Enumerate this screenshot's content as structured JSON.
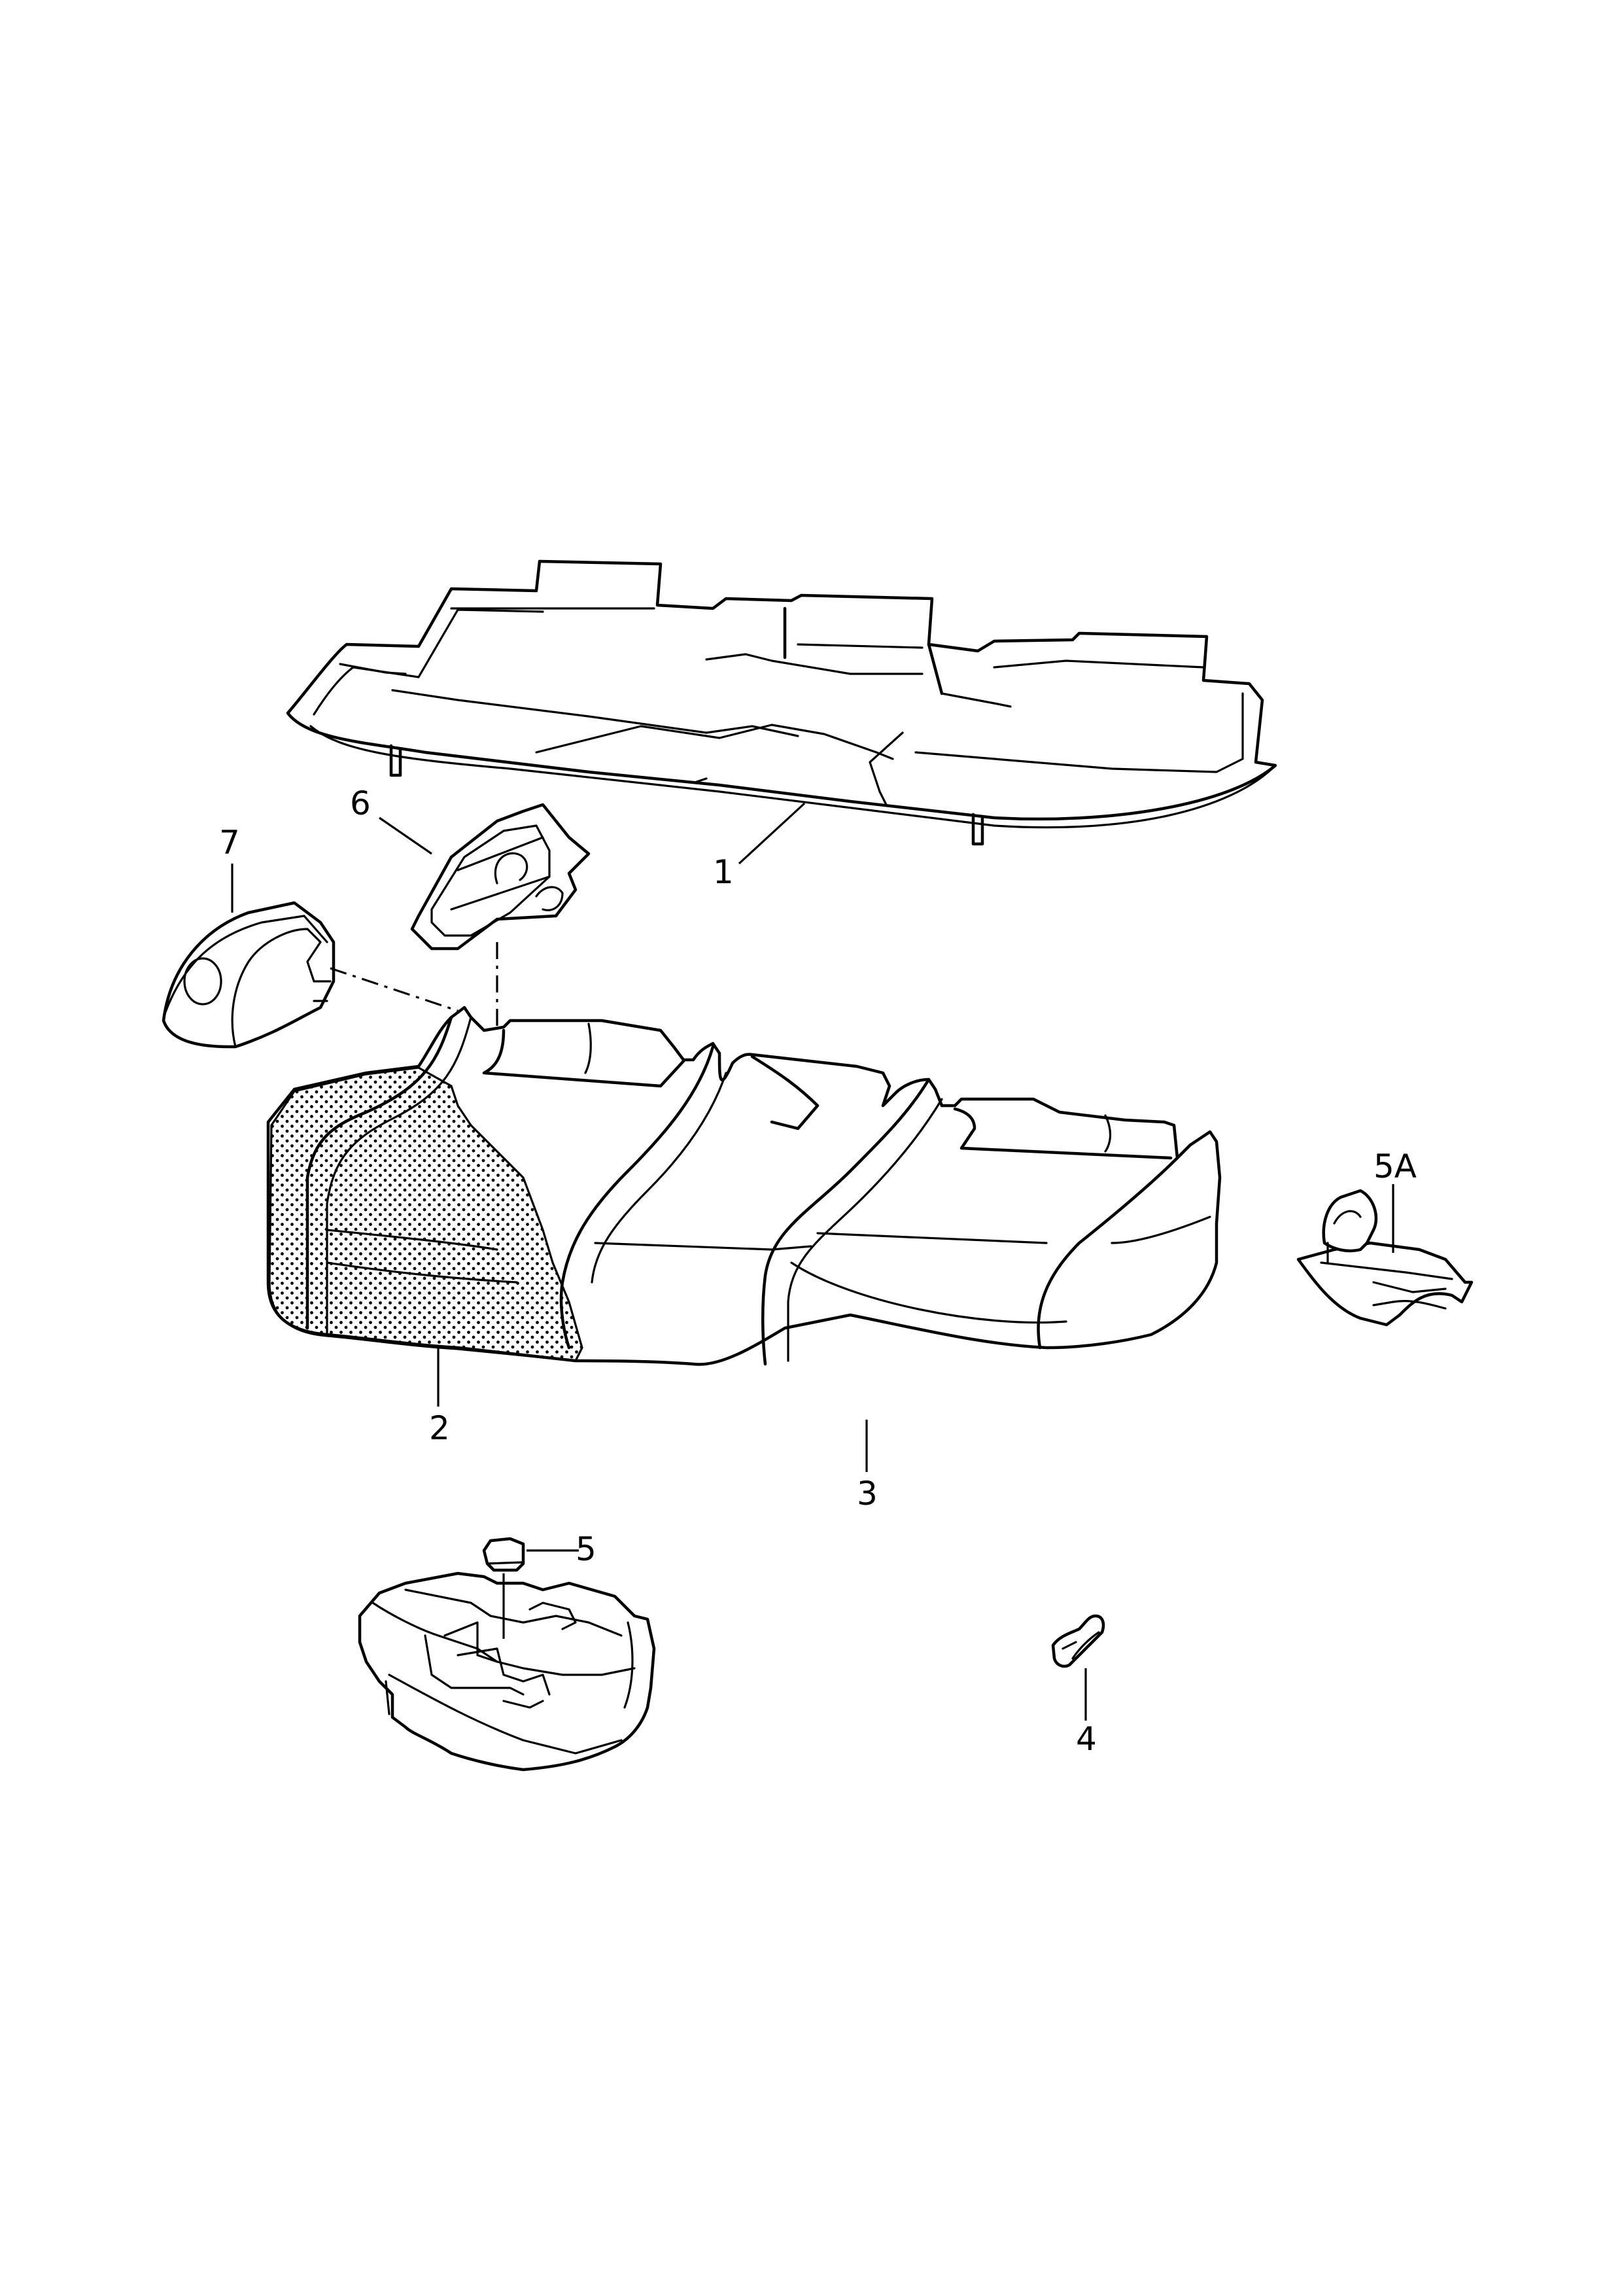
{
  "callouts": {
    "p1": "1",
    "p2": "2",
    "p3": "3",
    "p4": "4",
    "p5": "5",
    "p5a": "5A",
    "p6": "6",
    "p7": "7"
  }
}
